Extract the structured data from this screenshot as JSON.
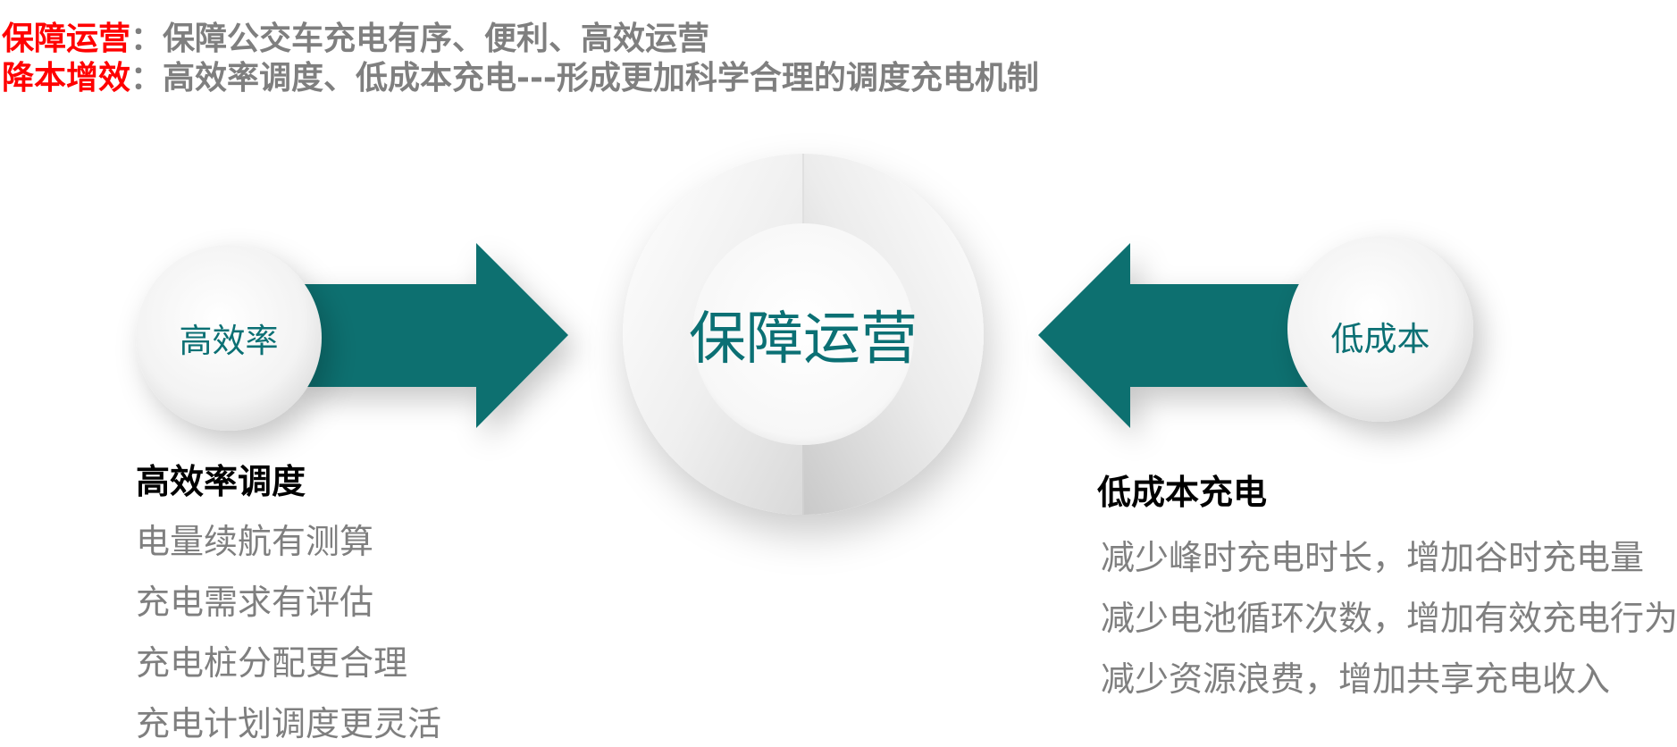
{
  "header": {
    "lines": [
      {
        "key": "保障运营",
        "separator": "：",
        "text": "保障公交车充电有序、便利、高效运营"
      },
      {
        "key": "降本增效",
        "separator": "：",
        "text": "高效率调度、低成本充电---形成更加科学合理的调度充电机制"
      }
    ]
  },
  "diagram": {
    "center_label": "保障运营",
    "left_bubble": "高效率",
    "right_bubble": "低成本",
    "colors": {
      "arrow": "#08706f",
      "bubble_text": "#0b7074",
      "highlight": "#ff0000",
      "muted_text": "#7f7f7f"
    }
  },
  "left_section": {
    "title": "高效率调度",
    "points": [
      "电量续航有测算",
      "充电需求有评估",
      "充电桩分配更合理",
      "充电计划调度更灵活"
    ]
  },
  "right_section": {
    "title": "低成本充电",
    "points": [
      "减少峰时充电时长，增加谷时充电量",
      "减少电池循环次数，增加有效充电行为",
      "减少资源浪费，增加共享充电收入"
    ]
  }
}
